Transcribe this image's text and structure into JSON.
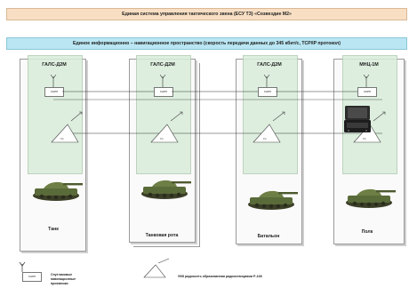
{
  "banners": {
    "top": "Единая система управления тактического звена (ЕСУ ТЗ) «Созвездие М2»",
    "info": "Единое информационно – навигационное пространство (скорость передачи данных до 345 кбит/с, TCP/IP протокол)"
  },
  "columns": [
    {
      "title": "ГАЛС-Д2М",
      "node_label": "СНРЛ",
      "antenna_label": "Рм",
      "unit": "Танк"
    },
    {
      "title": "ГАЛС-Д2М",
      "node_label": "СНРЛ",
      "antenna_label": "Рм",
      "unit": "Танковая рота"
    },
    {
      "title": "ГАЛС-Д2М",
      "node_label": "СНРЛ",
      "antenna_label": "Рм",
      "unit": "Батальон"
    },
    {
      "title": "МНЦ-1М",
      "node_label": "СНРЛ",
      "antenna_label": "Рм",
      "unit": "Полк"
    }
  ],
  "legend": {
    "box_label": "СНРЛ",
    "nav_text": "Спутниковые навигационные приемники",
    "radio_text": "УКВ радиосеть образованная радиостанциями Р-168"
  },
  "colors": {
    "banner_top": "#f8dfc4",
    "banner_info": "#b9e6f2",
    "column_strip": "#d8edda"
  }
}
